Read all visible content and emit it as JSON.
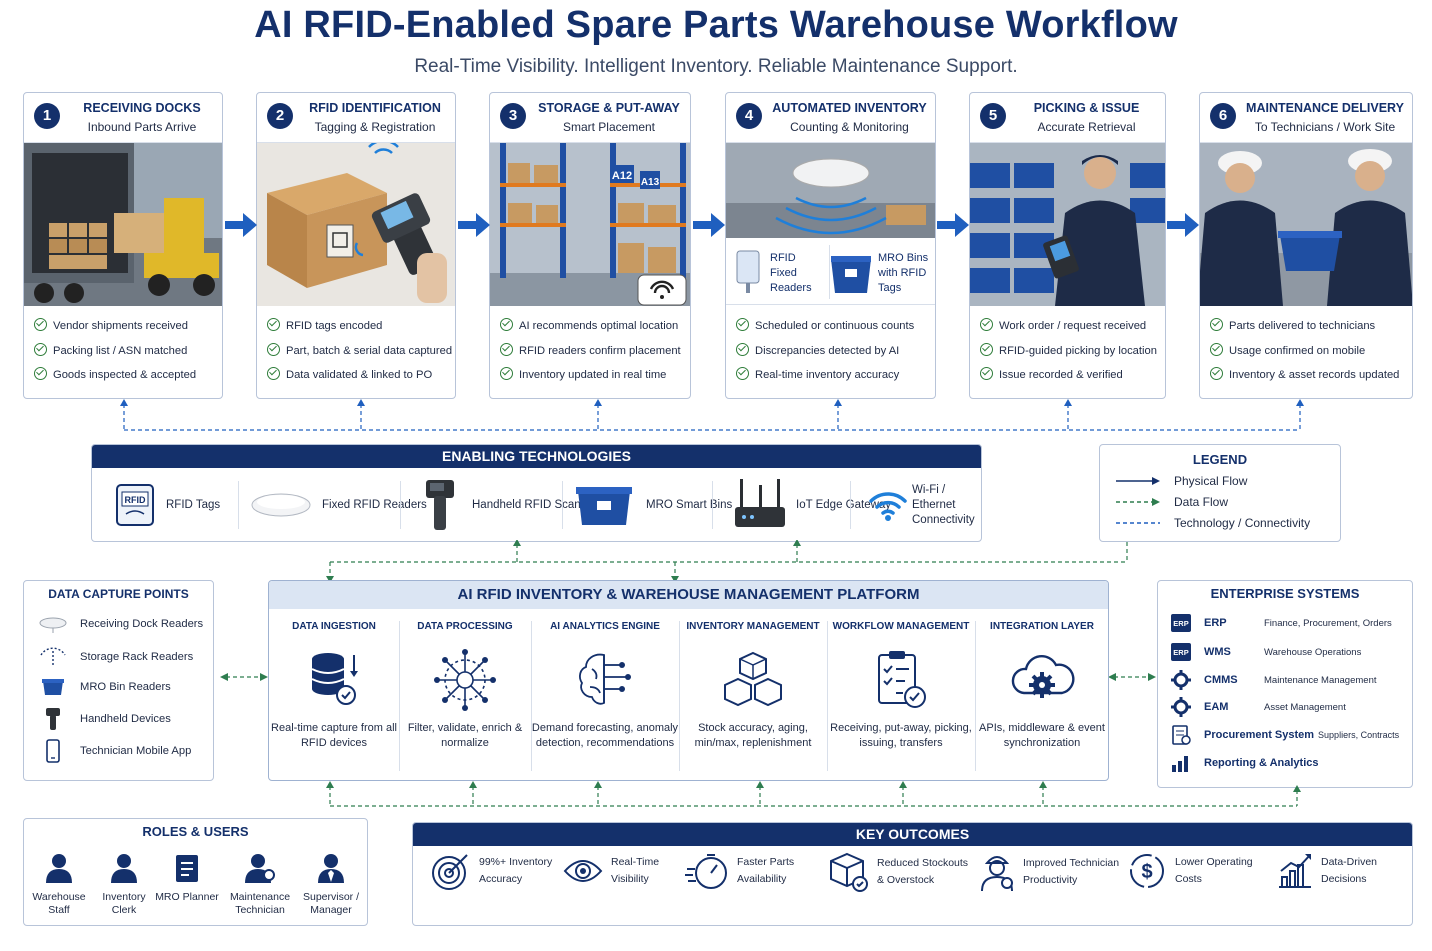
{
  "title": "AI RFID-Enabled Spare Parts Warehouse Workflow",
  "subtitle": "Real-Time Visibility. Intelligent Inventory. Reliable Maintenance Support.",
  "steps": [
    {
      "num": "1",
      "title": "RECEIVING DOCKS",
      "sub": "Inbound Parts Arrive",
      "items": [
        "Vendor shipments received",
        "Packing list / ASN matched",
        "Goods inspected & accepted"
      ]
    },
    {
      "num": "2",
      "title": "RFID IDENTIFICATION",
      "sub": "Tagging & Registration",
      "items": [
        "RFID tags encoded",
        "Part, batch & serial data captured",
        "Data validated & linked to PO"
      ]
    },
    {
      "num": "3",
      "title": "STORAGE & PUT-AWAY",
      "sub": "Smart Placement",
      "items": [
        "AI recommends optimal location",
        "RFID readers confirm placement",
        "Inventory updated in real time"
      ],
      "rack_labels": [
        "A12",
        "A13"
      ]
    },
    {
      "num": "4",
      "title": "AUTOMATED INVENTORY",
      "sub": "Counting & Monitoring",
      "items": [
        "Scheduled or continuous counts",
        "Discrepancies detected by AI",
        "Real-time inventory accuracy"
      ],
      "reader_label": "RFID Fixed Readers",
      "bins_label": "MRO Bins with RFID Tags"
    },
    {
      "num": "5",
      "title": "PICKING & ISSUE",
      "sub": "Accurate Retrieval",
      "items": [
        "Work order / request received",
        "RFID-guided picking by location",
        "Issue recorded & verified"
      ]
    },
    {
      "num": "6",
      "title": "MAINTENANCE DELIVERY",
      "sub": "To Technicians / Work Site",
      "items": [
        "Parts delivered to technicians",
        "Usage confirmed on mobile",
        "Inventory & asset records updated"
      ]
    }
  ],
  "enabling": {
    "title": "ENABLING TECHNOLOGIES",
    "items": [
      {
        "label": "RFID Tags",
        "icon": "rfid-tag-icon",
        "badge": "RFID"
      },
      {
        "label": "Fixed RFID Readers",
        "icon": "fixed-reader-icon"
      },
      {
        "label": "Handheld RFID Scanners",
        "icon": "handheld-scanner-icon"
      },
      {
        "label": "MRO Smart Bins",
        "icon": "smart-bin-icon"
      },
      {
        "label": "IoT Edge Gateway",
        "icon": "gateway-icon"
      },
      {
        "label": "Wi-Fi / Ethernet Connectivity",
        "icon": "wifi-icon"
      }
    ]
  },
  "legend": {
    "title": "LEGEND",
    "items": [
      {
        "label": "Physical Flow",
        "style": "solid"
      },
      {
        "label": "Data Flow",
        "style": "dashed-arrow"
      },
      {
        "label": "Technology / Connectivity",
        "style": "dashed"
      }
    ]
  },
  "data_capture": {
    "title": "DATA CAPTURE POINTS",
    "items": [
      {
        "label": "Receiving Dock Readers",
        "icon": "dock-reader-icon"
      },
      {
        "label": "Storage Rack Readers",
        "icon": "rack-reader-icon"
      },
      {
        "label": "MRO Bin Readers",
        "icon": "bin-reader-icon"
      },
      {
        "label": "Handheld Devices",
        "icon": "handheld-device-icon"
      },
      {
        "label": "Technician Mobile App",
        "icon": "mobile-app-icon"
      }
    ]
  },
  "platform": {
    "title": "AI RFID INVENTORY & WAREHOUSE MANAGEMENT PLATFORM",
    "columns": [
      {
        "title": "DATA INGESTION",
        "text": "Real-time capture from all RFID devices",
        "icon": "database-icon"
      },
      {
        "title": "DATA PROCESSING",
        "text": "Filter, validate, enrich & normalize",
        "icon": "processing-icon"
      },
      {
        "title": "AI ANALYTICS ENGINE",
        "text": "Demand forecasting, anomaly detection, recommendations",
        "icon": "ai-brain-icon"
      },
      {
        "title": "INVENTORY MANAGEMENT",
        "text": "Stock accuracy, aging, min/max, replenishment",
        "icon": "boxes-icon"
      },
      {
        "title": "WORKFLOW MANAGEMENT",
        "text": "Receiving, put-away, picking, issuing, transfers",
        "icon": "checklist-icon"
      },
      {
        "title": "INTEGRATION LAYER",
        "text": "APIs, middleware & event synchronization",
        "icon": "cloud-gear-icon"
      }
    ]
  },
  "enterprise": {
    "title": "ENTERPRISE SYSTEMS",
    "items": [
      {
        "name": "ERP",
        "desc": "Finance, Procurement, Orders",
        "icon": "erp-icon",
        "badge": "ERP"
      },
      {
        "name": "WMS",
        "desc": "Warehouse Operations",
        "icon": "wms-icon",
        "badge": "ERP"
      },
      {
        "name": "CMMS",
        "desc": "Maintenance Management",
        "icon": "gear-icon"
      },
      {
        "name": "EAM",
        "desc": "Asset Management",
        "icon": "gear-icon"
      },
      {
        "name": "Procurement System",
        "desc": "Suppliers, Contracts",
        "icon": "procurement-icon"
      },
      {
        "name": "Reporting & Analytics",
        "desc": "",
        "icon": "bar-chart-icon"
      }
    ]
  },
  "roles": {
    "title": "ROLES & USERS",
    "items": [
      {
        "label": "Warehouse Staff",
        "icon": "person-icon"
      },
      {
        "label": "Inventory Clerk",
        "icon": "person-icon"
      },
      {
        "label": "MRO Planner",
        "icon": "clipboard-icon"
      },
      {
        "label": "Maintenance Technician",
        "icon": "technician-icon"
      },
      {
        "label": "Supervisor / Manager",
        "icon": "manager-icon"
      }
    ]
  },
  "outcomes": {
    "title": "KEY OUTCOMES",
    "items": [
      {
        "label": "99%+ Inventory Accuracy",
        "icon": "target-icon"
      },
      {
        "label": "Real-Time Visibility",
        "icon": "eye-icon"
      },
      {
        "label": "Faster Parts Availability",
        "icon": "stopwatch-icon"
      },
      {
        "label": "Reduced Stockouts & Overstock",
        "icon": "box-check-icon"
      },
      {
        "label": "Improved Technician Productivity",
        "icon": "worker-icon"
      },
      {
        "label": "Lower Operating Costs",
        "icon": "dollar-icon"
      },
      {
        "label": "Data-Driven Decisions",
        "icon": "growth-chart-icon"
      }
    ]
  },
  "colors": {
    "navy": "#14306b",
    "blue_arrow": "#1f5fbf",
    "green_dash": "#2e7d4f",
    "border": "#b8c4d9"
  }
}
